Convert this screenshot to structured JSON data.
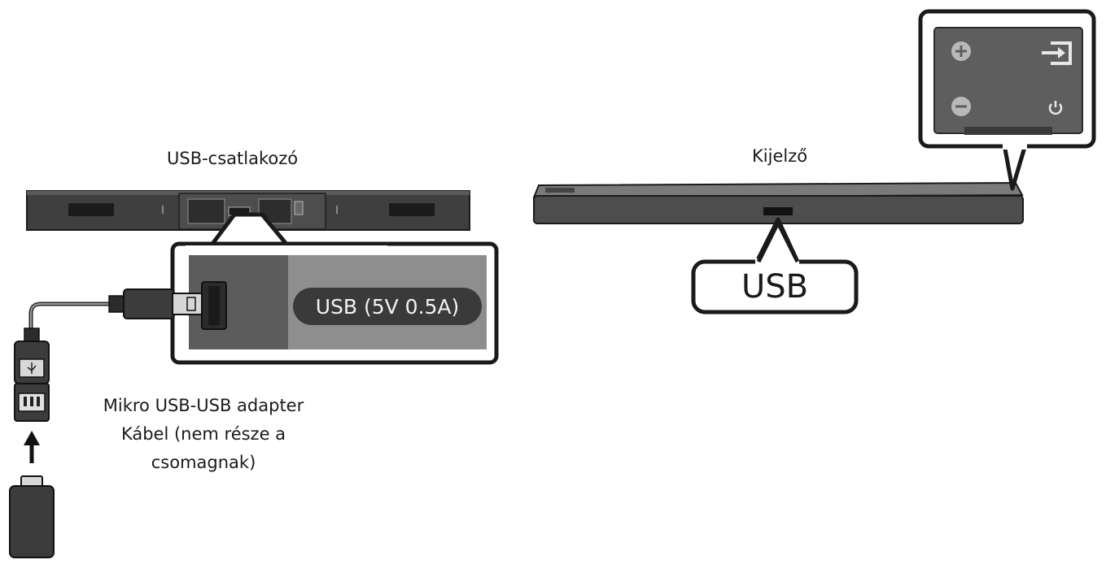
{
  "labels": {
    "usb_connector": "USB-csatlakozó",
    "display": "Kijelző",
    "port_label": "USB (5V 0.5A)",
    "usb_callout": "USB",
    "adapter_line1": "Mikro USB-USB adapter",
    "adapter_line2": "Kábel (nem része a",
    "adapter_line3": "csomagnak)"
  },
  "icons": {
    "volume_up": "plus-icon",
    "volume_down": "minus-icon",
    "source": "input-source-icon",
    "power": "power-icon",
    "usb": "usb-icon",
    "arrow": "arrow-up-icon"
  },
  "colors": {
    "device_body": "#4a4a4a",
    "device_dark": "#2a2a2a",
    "panel_left": "#5c5c5c",
    "panel_right": "#8e8e8e",
    "outline": "#1a1a1a"
  }
}
